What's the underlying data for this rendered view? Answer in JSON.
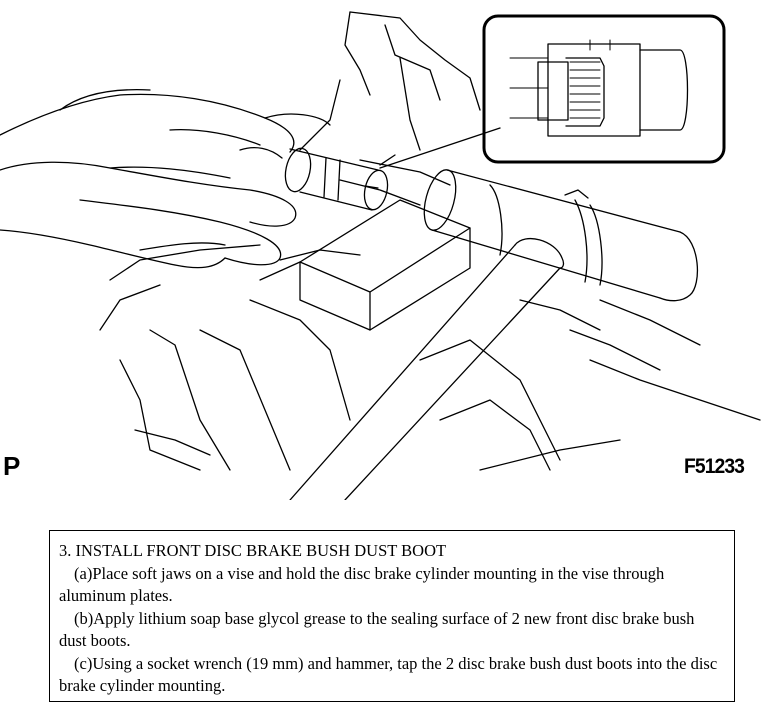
{
  "figure": {
    "section_label": "P",
    "figure_number": "F51233"
  },
  "instructions": {
    "heading": "3. INSTALL FRONT DISC BRAKE BUSH DUST BOOT",
    "steps": [
      "(a)Place soft jaws on a vise and hold the disc brake cylinder mounting in the vise through aluminum plates.",
      "(b)Apply lithium soap base glycol grease to the sealing surface of 2 new front disc brake bush dust boots.",
      "(c)Using a socket wrench (19 mm) and hammer, tap the 2 disc brake bush dust boots into the disc brake cylinder mounting."
    ]
  }
}
